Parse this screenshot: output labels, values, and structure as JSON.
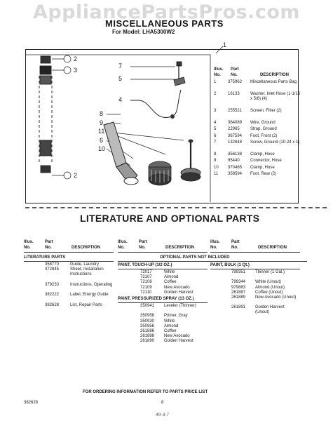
{
  "watermark": "AppliancePartsPros.com",
  "title": "MISCELLANEOUS PARTS",
  "model_line": "For Model: LHA5300W2",
  "callouts": [
    "1",
    "2",
    "3",
    "7",
    "5",
    "4",
    "8",
    "9",
    "11",
    "6",
    "10",
    "2"
  ],
  "parts_table": {
    "headers": {
      "illus": "Illus.",
      "no": "No.",
      "part": "Part",
      "part_no": "No.",
      "description": "DESCRIPTION"
    },
    "rows": [
      {
        "illus": "1",
        "part": "375962",
        "desc": "Miscellaneous Parts Bag"
      },
      {
        "illus": "2",
        "part": "16133",
        "desc": "Washer, Inlet Hose (1-1/16 x 5/8) (4)"
      },
      {
        "illus": "3",
        "part": "255521",
        "desc": "Screen, Filter (2)"
      },
      {
        "illus": "4",
        "part": "364089",
        "desc": "Wire, Ground"
      },
      {
        "illus": "5",
        "part": "22965",
        "desc": "Strap, Ground"
      },
      {
        "illus": "6",
        "part": "367594",
        "desc": "Foot, Front (2)"
      },
      {
        "illus": "7",
        "part": "132848",
        "desc": "Screw, Ground (10-24 x 1)"
      },
      {
        "illus": "8",
        "part": "356138",
        "desc": "Clamp, Hose"
      },
      {
        "illus": "9",
        "part": "95440",
        "desc": "Connector, Hose"
      },
      {
        "illus": "10",
        "part": "370465",
        "desc": "Clamp, Hose"
      },
      {
        "illus": "11",
        "part": "358594",
        "desc": "Foot, Rear (2)"
      }
    ]
  },
  "section_title": "LITERATURE AND OPTIONAL PARTS",
  "columns_header": {
    "illus": "Illus.",
    "no": "No.",
    "part": "Part",
    "part_no": "No.",
    "description": "DESCRIPTION"
  },
  "literature": {
    "group": "LITERATURE PARTS",
    "rows": [
      {
        "part": "358770",
        "desc": "Guide, Laundry"
      },
      {
        "part": "372845",
        "desc": "Sheet, Installation Instructions"
      },
      {
        "part": "379233",
        "desc": "Instructions, Operating"
      },
      {
        "part": "382222",
        "desc": "Label, Energy Guide"
      },
      {
        "part": "382628",
        "desc": "List, Repair Parts"
      }
    ]
  },
  "optional_header": "OPTIONAL PARTS NOT INCLUDED",
  "touch_up": {
    "group": "PAINT, TOUCH-UP (1/2 OZ.)",
    "rows": [
      {
        "part": "72017",
        "desc": "White"
      },
      {
        "part": "72107",
        "desc": "Almond"
      },
      {
        "part": "72108",
        "desc": "Coffee"
      },
      {
        "part": "72109",
        "desc": "New Avocado"
      },
      {
        "part": "72110",
        "desc": "Golden Harvest"
      }
    ]
  },
  "spray": {
    "group": "PAINT, PRESSURIZED SPRAY (13 OZ.)",
    "rows": [
      {
        "part": "350941",
        "desc": "Leveler (Thinner)"
      },
      {
        "part": "350958",
        "desc": "Primer, Gray"
      },
      {
        "part": "350930",
        "desc": "White"
      },
      {
        "part": "350956",
        "desc": "Almond"
      },
      {
        "part": "261886",
        "desc": "Coffee"
      },
      {
        "part": "261888",
        "desc": "New Avocado"
      },
      {
        "part": "261890",
        "desc": "Golden Harvest"
      }
    ]
  },
  "bulk": {
    "group": "PAINT, BULK (1 Qt.)",
    "rows": [
      {
        "part": "799351",
        "desc": "Thinner (1 Gal.)"
      },
      {
        "part": "799344",
        "desc": "White (Unout)"
      },
      {
        "part": "979883",
        "desc": "Almond (Unout)"
      },
      {
        "part": "261887",
        "desc": "Coffee (Unout)"
      },
      {
        "part": "261889",
        "desc": "New Avocado (Unout)"
      },
      {
        "part": "261891",
        "desc": "Golden Harvest (Unout)"
      }
    ]
  },
  "footer_note": "FOR ORDERING INFORMATION REFER TO PARTS PRICE LIST",
  "doc_number": "382628",
  "page_number": "8",
  "scribble": "4f# 8-7"
}
